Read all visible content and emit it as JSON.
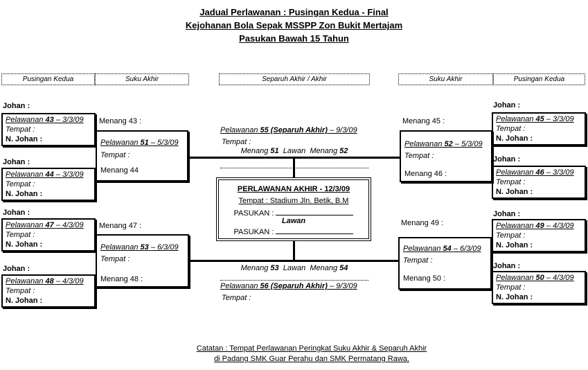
{
  "title": {
    "line1": "Jadual Perlawanan : Pusingan Kedua - Final",
    "line2": "Kejohanan Bola Sepak MSSPP Zon Bukit Mertajam",
    "line3": "Pasukan Bawah 15 Tahun"
  },
  "round_headers": {
    "left_r2": "Pusingan Kedua",
    "left_qf": "Suku Akhir",
    "center": "Separuh Akhir / Akhir",
    "right_qf": "Suku Akhir",
    "right_r2": "Pusingan Kedua"
  },
  "labels": {
    "johan": "Johan :",
    "njohan": "N. Johan :",
    "tempat": "Tempat :",
    "pelawanan": "Pelawanan"
  },
  "r2": {
    "m43": {
      "num": "43",
      "date": "– 3/3/09"
    },
    "m44": {
      "num": "44",
      "date": "– 3/3/09"
    },
    "m45": {
      "num": "45",
      "date": "– 3/3/09"
    },
    "m46": {
      "num": "46",
      "date": "– 3/3/09"
    },
    "m47": {
      "num": "47",
      "date": "– 4/3/09"
    },
    "m48": {
      "num": "48",
      "date": "– 4/3/09"
    },
    "m49": {
      "num": "49",
      "date": "– 4/3/09"
    },
    "m50": {
      "num": "50",
      "date": "– 4/3/09"
    }
  },
  "qf": {
    "q51": {
      "num": "51",
      "date": "– 5/3/09",
      "top": "Menang 43 :",
      "bottom": "Menang 44"
    },
    "q52": {
      "num": "52",
      "date": "– 5/3/09",
      "top": "Menang 45 :",
      "bottom": "Menang 46 :"
    },
    "q53": {
      "num": "53",
      "date": "– 6/3/09",
      "top": "Menang 47 :",
      "bottom": "Menang 48 :"
    },
    "q54": {
      "num": "54",
      "date": "– 6/3/09",
      "top": "Menang 49 :",
      "bottom": "Menang 50 :"
    }
  },
  "sf": {
    "s55": {
      "bold": "55 (Separuh Akhir)",
      "date": "– 9/3/09",
      "a": "Menang",
      "an": "51",
      "lawan": "Lawan",
      "b": "Menang",
      "bn": "52"
    },
    "s56": {
      "bold": "56 (Separuh Akhir)",
      "date": "– 9/3/09",
      "a": "Menang",
      "an": "53",
      "lawan": "Lawan",
      "b": "Menang",
      "bn": "54"
    }
  },
  "final": {
    "title": "PERLAWANAN AKHIR - 12/3/09",
    "venue": "Tempat : Stadium Jln. Betik, B.M",
    "pasukan": "PASUKAN :",
    "lawan": "Lawan"
  },
  "footer": {
    "line1": "Catatan : Tempat Perlawanan Peringkat Suku Akhir & Separuh Akhir",
    "line2": "di Padang SMK Guar Perahu dan SMK Permatang Rawa."
  }
}
